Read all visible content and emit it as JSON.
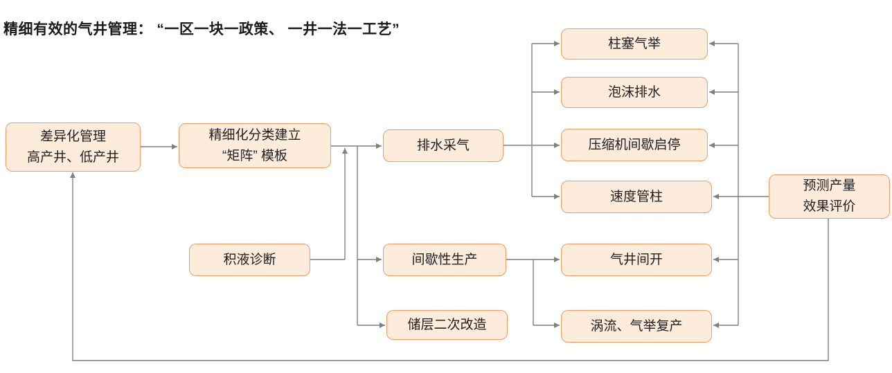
{
  "title": "精细有效的气井管理： “一区一块一政策、 一井一法一工艺”",
  "colors": {
    "background": "#ffffff",
    "box_fill": "#fdebdc",
    "box_border": "#ee9c60",
    "connector_line": "#7f7f7f",
    "text": "#1f1f1f"
  },
  "nodes": {
    "differentiated_management": {
      "line1": "差异化管理",
      "line2": "高产井、低产井"
    },
    "matrix_template": {
      "line1": "精细化分类建立",
      "line2": "“矩阵” 模板"
    },
    "drainage_gas_recovery": {
      "label": "排水采气"
    },
    "plunger_gas_lift": {
      "label": "柱塞气举"
    },
    "foam_drainage": {
      "label": "泡沫排水"
    },
    "compressor_intermittent_start_stop": {
      "label": "压缩机间歇启停"
    },
    "velocity_string": {
      "label": "速度管柱"
    },
    "forecast_evaluation": {
      "line1": "预测产量",
      "line2": "效果评价"
    },
    "liquid_loading_diagnosis": {
      "label": "积液诊断"
    },
    "intermittent_production": {
      "label": "间歇性生产"
    },
    "gas_well_intermittent_opening": {
      "label": "气井间开"
    },
    "reservoir_secondary_stimulation": {
      "label": "储层二次改造"
    },
    "vortex_gas_lift_restoration": {
      "label": "涡流、气举复产"
    }
  }
}
